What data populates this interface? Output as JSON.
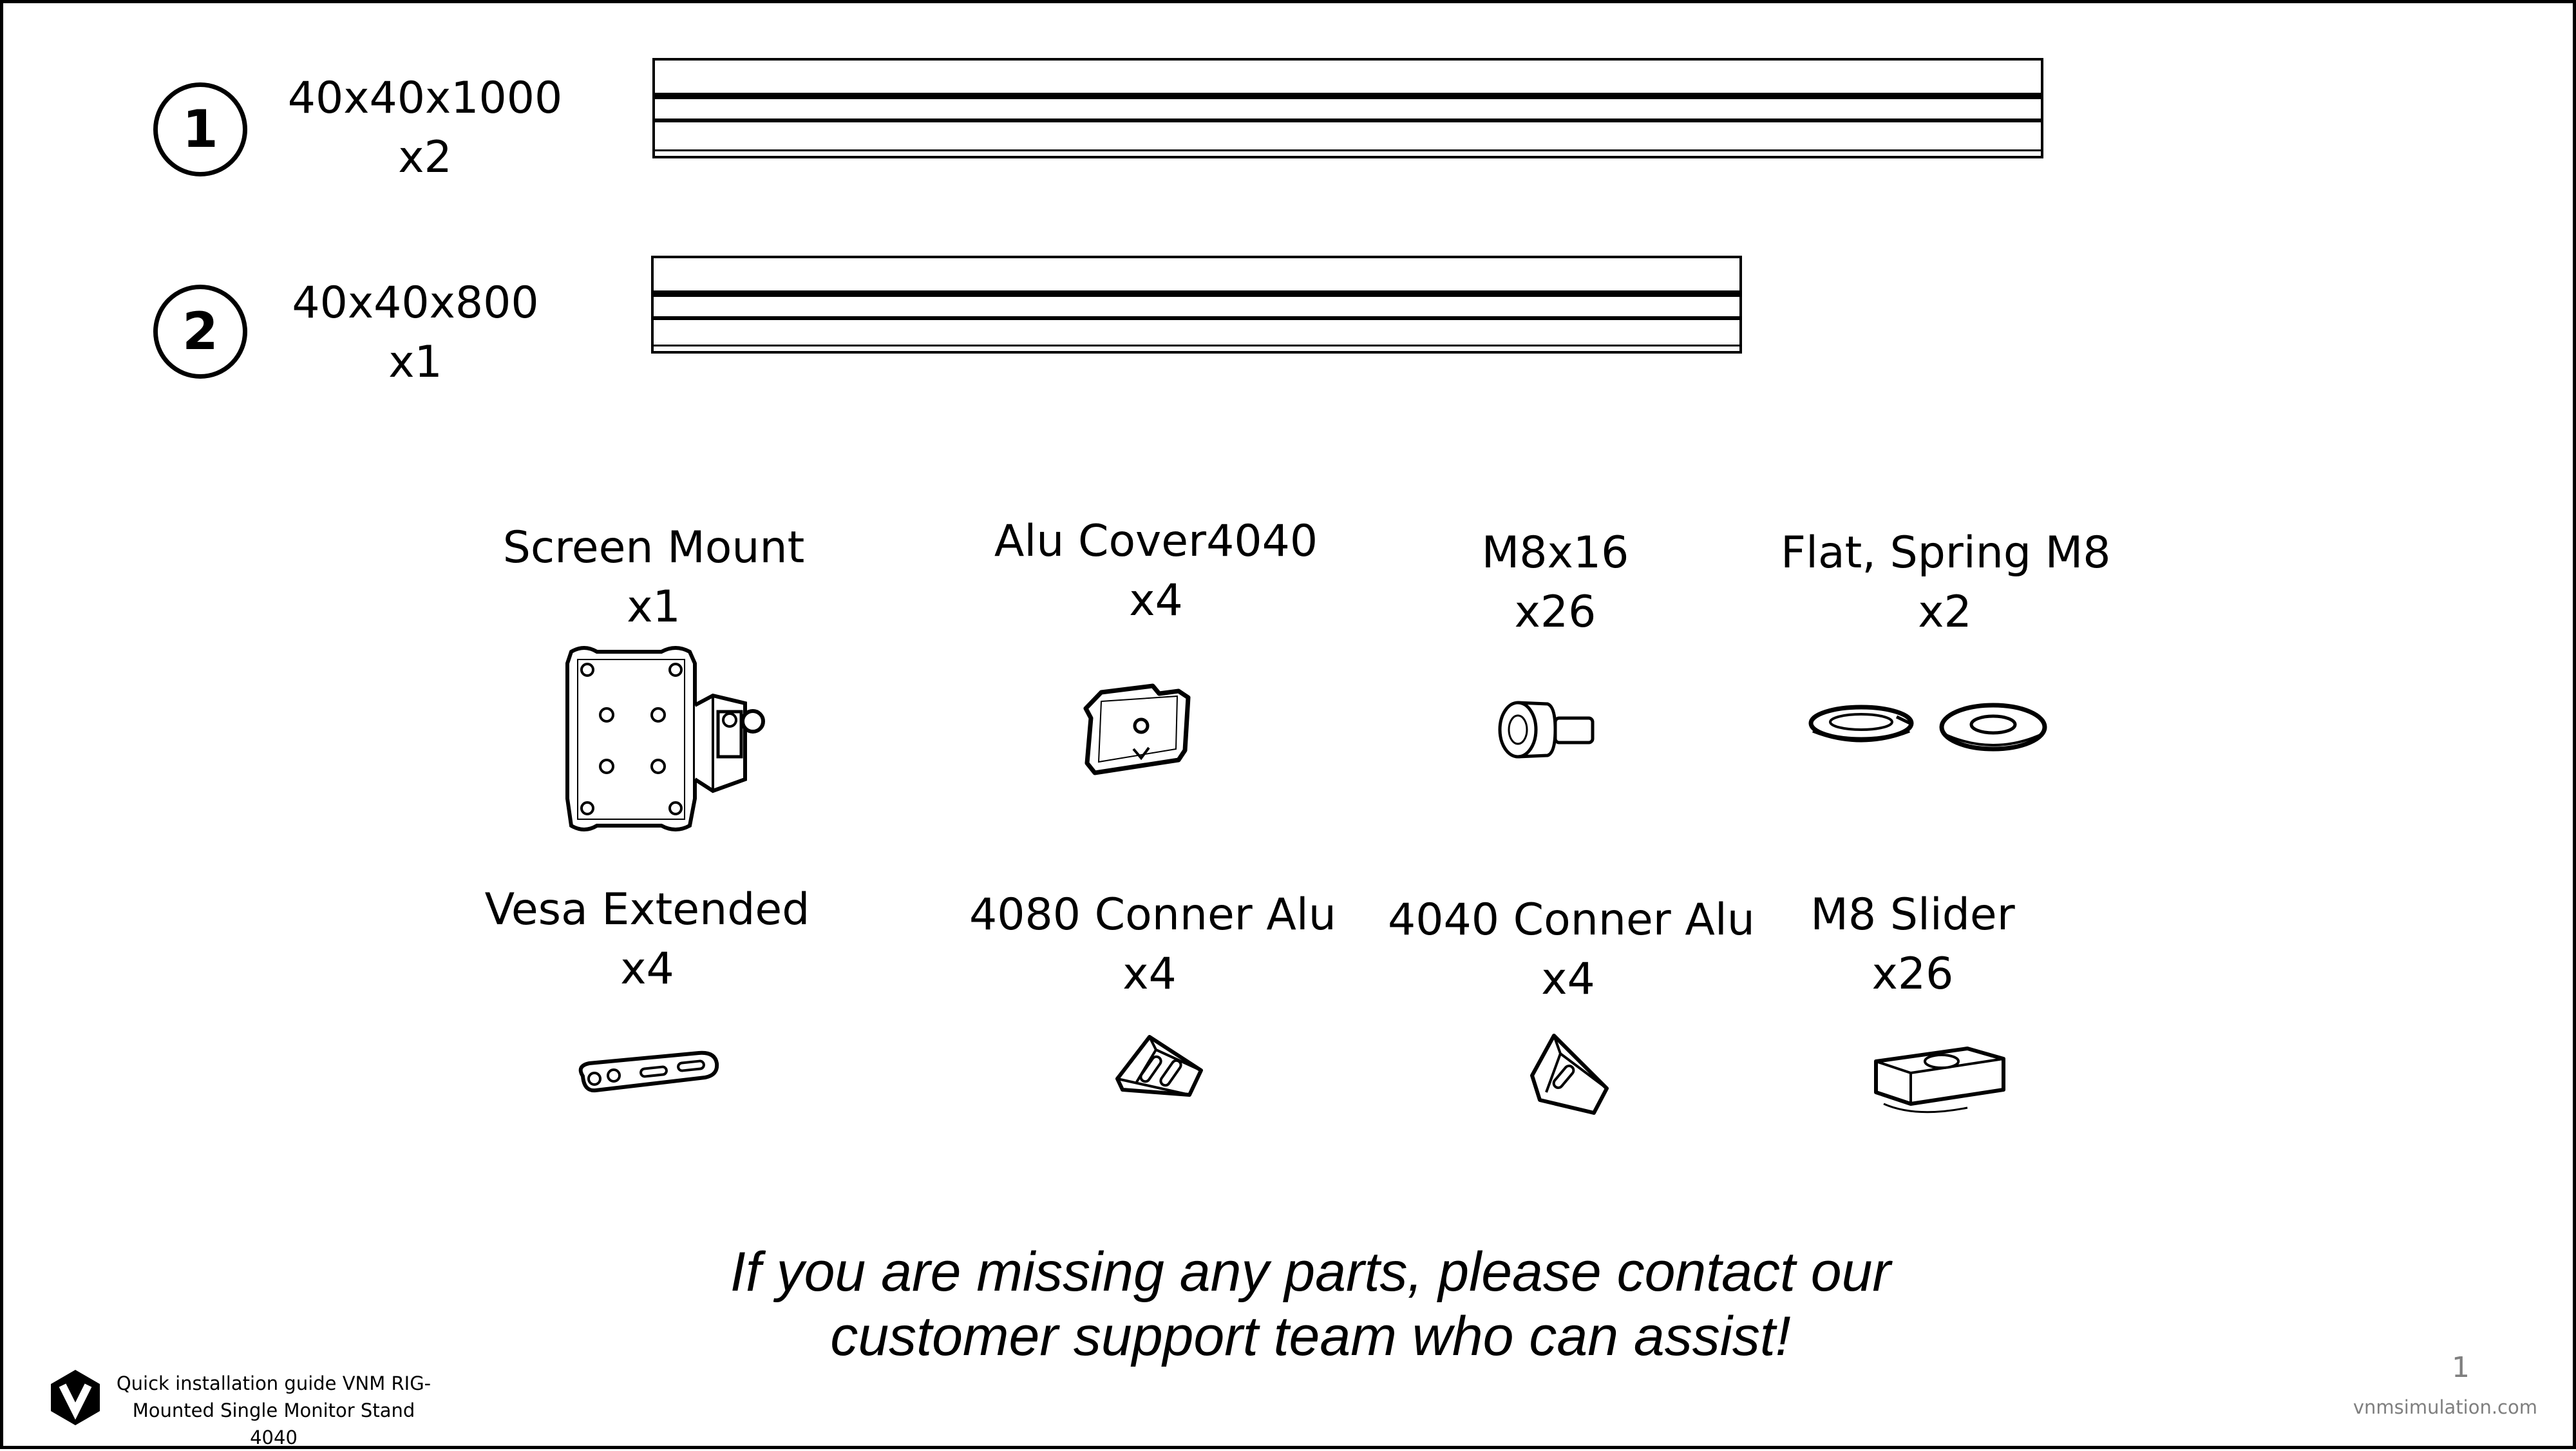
{
  "profiles": [
    {
      "number": "1",
      "size": "40x40x1000",
      "qty": "x2"
    },
    {
      "number": "2",
      "size": "40x40x800",
      "qty": "x1"
    }
  ],
  "parts": [
    {
      "name": "Screen Mount",
      "qty": "x1",
      "icon": "screen-mount-icon"
    },
    {
      "name": "Alu Cover4040",
      "qty": "x4",
      "icon": "alu-cover-icon"
    },
    {
      "name": "M8x16",
      "qty": "x26",
      "icon": "bolt-icon"
    },
    {
      "name": "Flat, Spring M8",
      "qty": "x2",
      "icon": "washer-icon"
    },
    {
      "name": "Vesa Extended",
      "qty": "x4",
      "icon": "vesa-extension-icon"
    },
    {
      "name": "4080 Conner Alu",
      "qty": "x4",
      "icon": "corner-bracket-icon"
    },
    {
      "name": "4040 Conner Alu",
      "qty": "x4",
      "icon": "corner-bracket-icon"
    },
    {
      "name": "M8 Slider",
      "qty": "x26",
      "icon": "slider-nut-icon"
    }
  ],
  "notice": {
    "line1": "If you are missing any parts, please contact our",
    "line2": "customer support team who can assist!"
  },
  "footer": {
    "guide_line1": "Quick installation guide VNM RIG-",
    "guide_line2": "Mounted Single Monitor Stand 4040",
    "page_number": "1",
    "website": "vnmsimulation.com"
  },
  "colors": {
    "ink": "#000000",
    "muted": "#7f7f7f",
    "background": "#ffffff"
  }
}
